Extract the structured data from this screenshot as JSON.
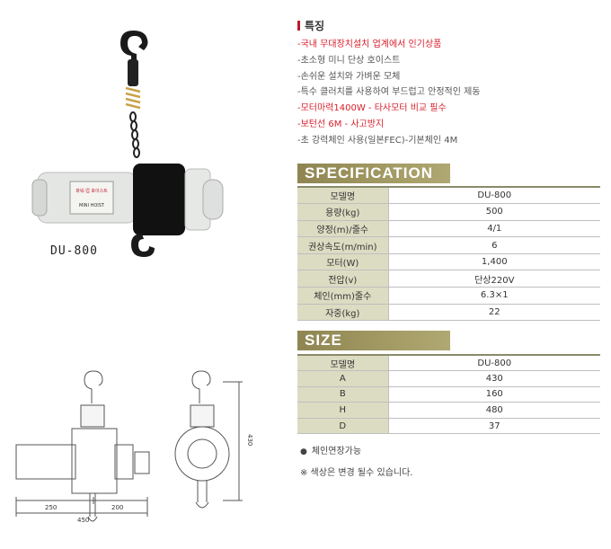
{
  "photo": {
    "model_caption": "DU-800",
    "label_line1": "파워-업 호이스트",
    "label_line2": "MINI HOIST"
  },
  "drawing": {
    "dim_height": "430",
    "dim_left": "250",
    "dim_right": "200",
    "dim_total": "450"
  },
  "features": {
    "title": "특징",
    "items": [
      {
        "text": "-국내 무대장치설치 업계에서 인기상품",
        "color": "red"
      },
      {
        "text": "-초소형 미니 단상 호이스트",
        "color": "gray"
      },
      {
        "text": "-손쉬운 설치와 가벼운 모체",
        "color": "gray"
      },
      {
        "text": "-특수 클러치를 사용하여 부드럽고 안정적인 제동",
        "color": "gray"
      },
      {
        "text": "-모터마력1400W - 타사모터 비교 필수",
        "color": "red"
      },
      {
        "text": "-보턴선 6M - 사고방지",
        "color": "red"
      },
      {
        "text": "-초 강력체인 사용(일본FEC)-기본체인 4M",
        "color": "gray"
      }
    ]
  },
  "spec": {
    "banner": "SPECIFICATION",
    "header": {
      "label": "모델명",
      "value": "DU-800"
    },
    "rows": [
      {
        "label": "용량(kg)",
        "value": "500"
      },
      {
        "label": "양정(m)/줄수",
        "value": "4/1"
      },
      {
        "label": "권상속도(m/min)",
        "value": "6"
      },
      {
        "label": "모터(W)",
        "value": "1,400"
      },
      {
        "label": "전압(v)",
        "value": "단상220V"
      },
      {
        "label": "체인(mm)줄수",
        "value": "6.3×1"
      },
      {
        "label": "자중(kg)",
        "value": "22"
      }
    ]
  },
  "size": {
    "banner": "SIZE",
    "header": {
      "label": "모델명",
      "value": "DU-800"
    },
    "rows": [
      {
        "label": "A",
        "value": "430"
      },
      {
        "label": "B",
        "value": "160"
      },
      {
        "label": "H",
        "value": "480"
      },
      {
        "label": "D",
        "value": "37"
      }
    ]
  },
  "notes": {
    "bullet": "●",
    "chain_extension": "체인연장가능",
    "color_note": "※ 색상은 변경 될수 있습니다."
  }
}
